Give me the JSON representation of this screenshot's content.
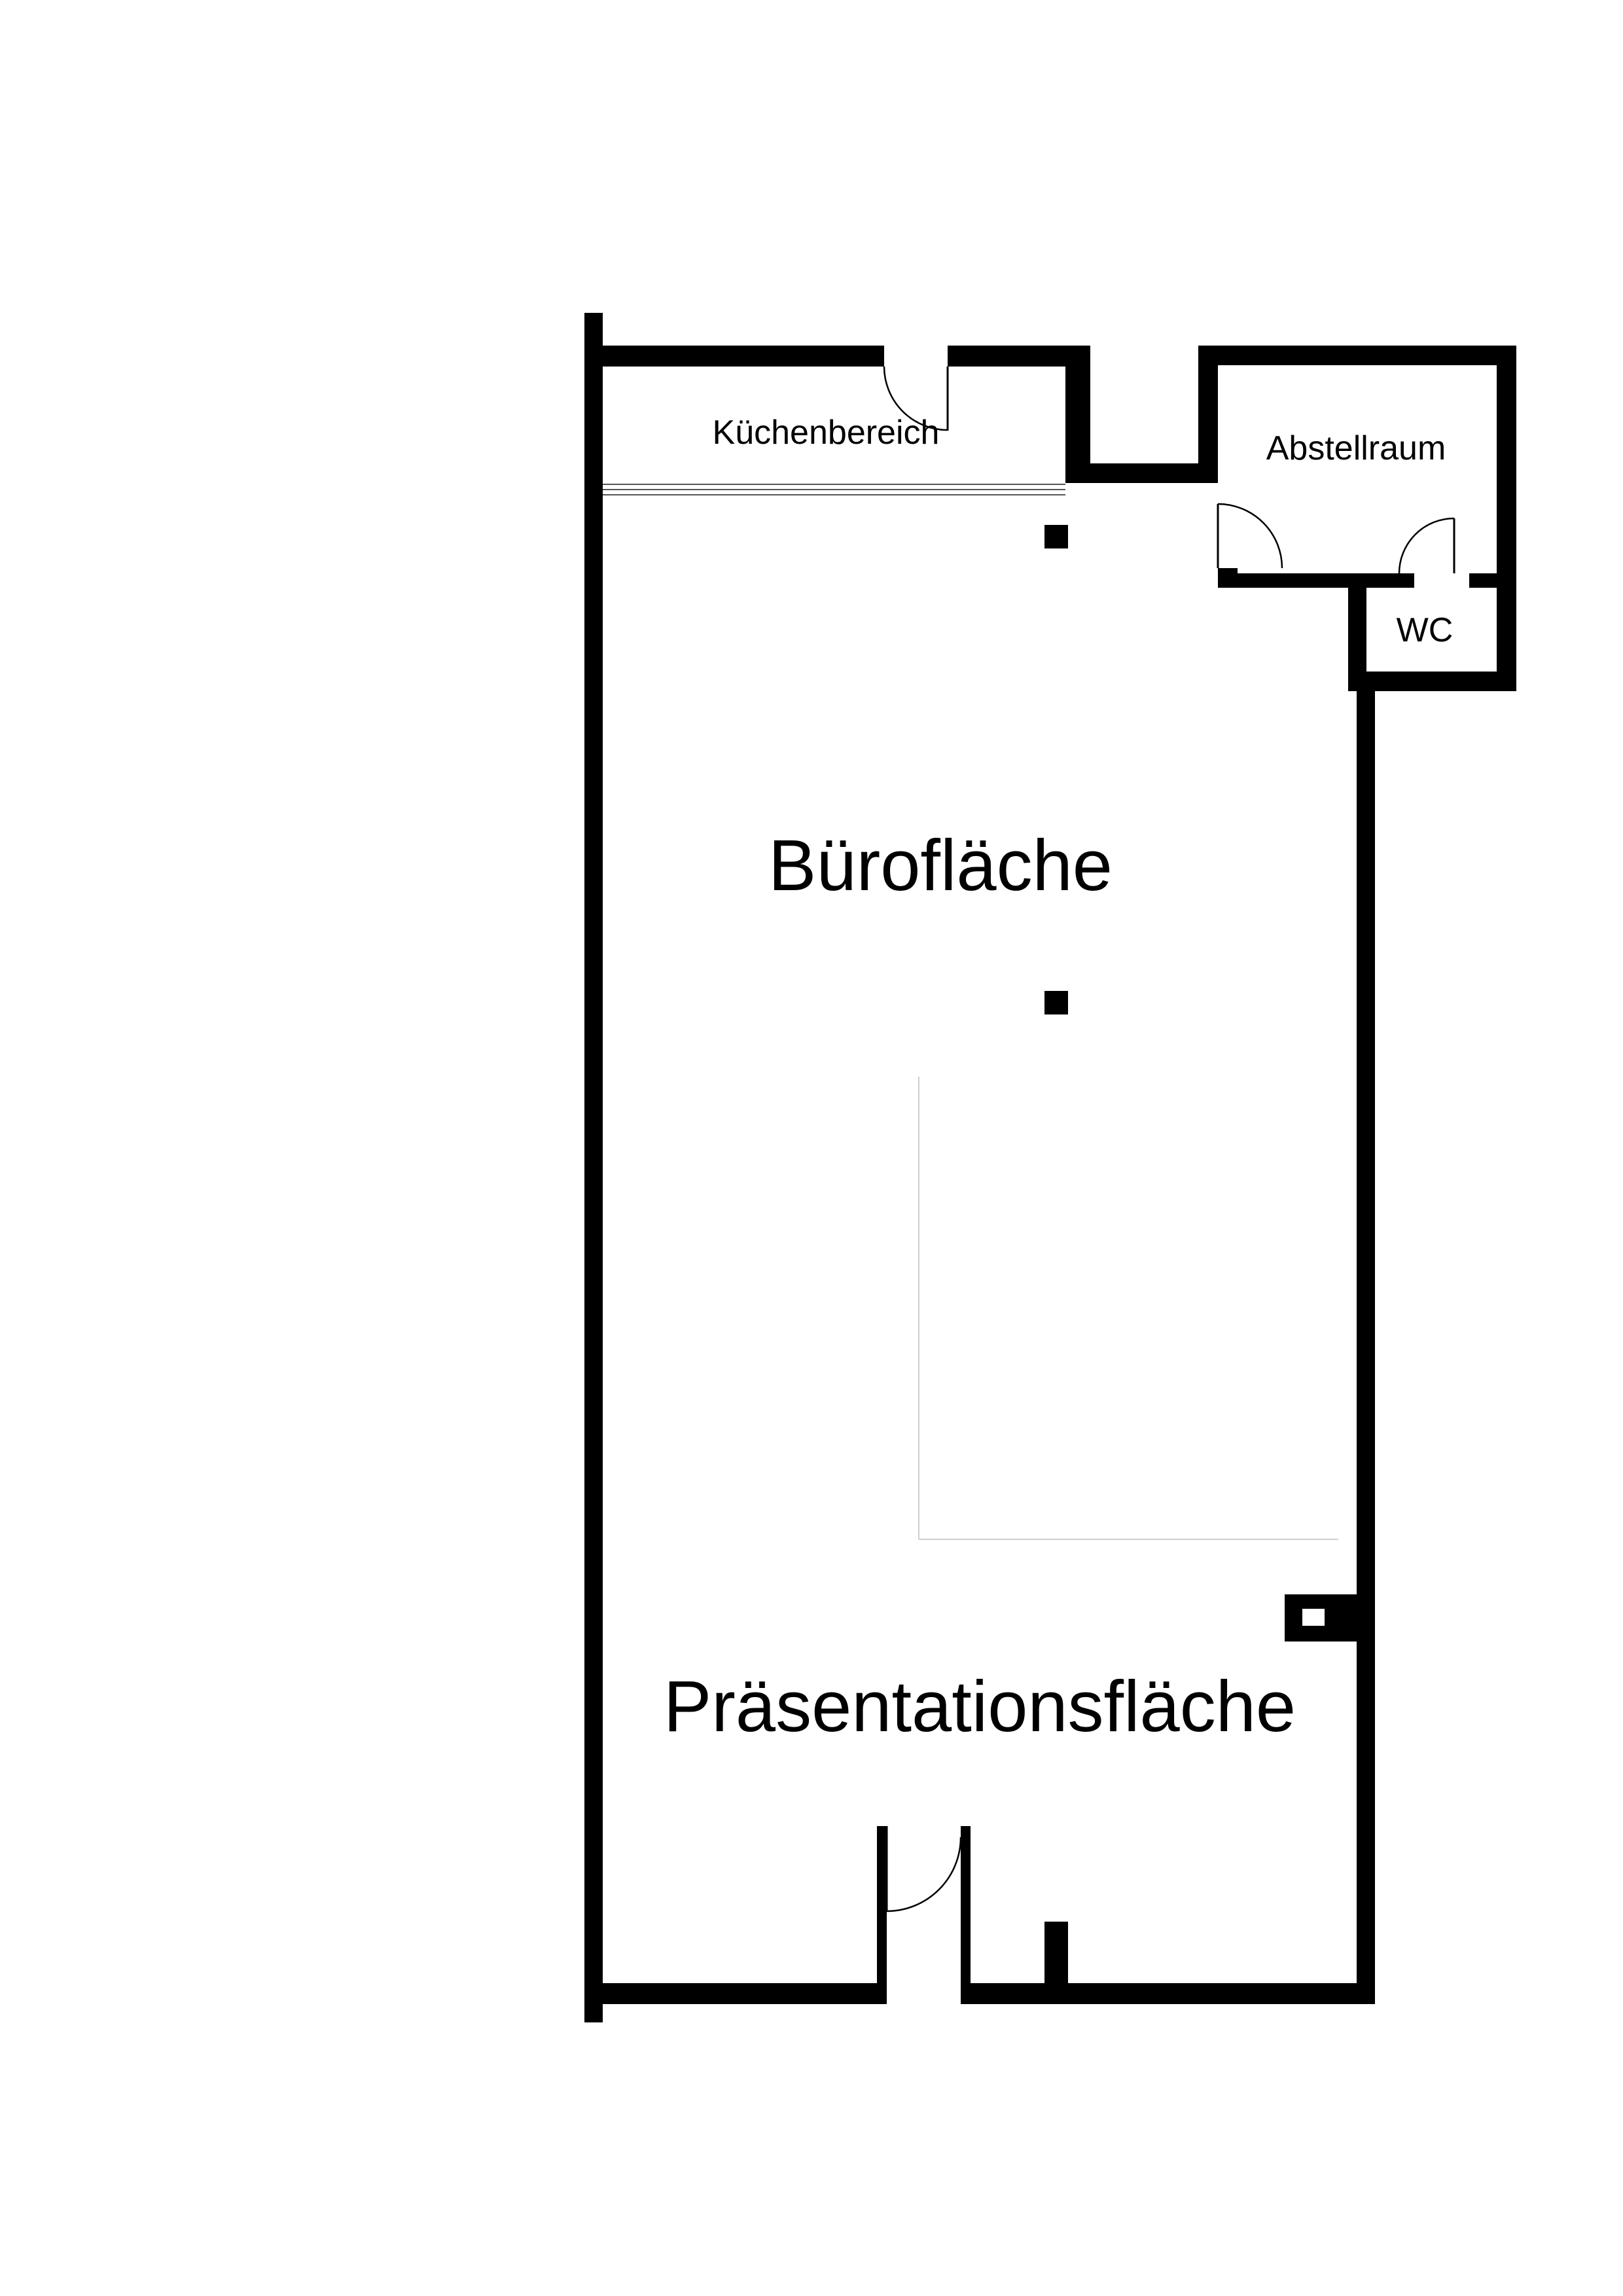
{
  "floor_plan": {
    "rooms": {
      "kitchen": "Küchenbereich",
      "storage": "Abstellraum",
      "wc": "WC",
      "office": "Bürofläche",
      "presentation": "Präsentationsfläche"
    },
    "colors": {
      "wall": "#000000",
      "background": "#ffffff"
    }
  }
}
